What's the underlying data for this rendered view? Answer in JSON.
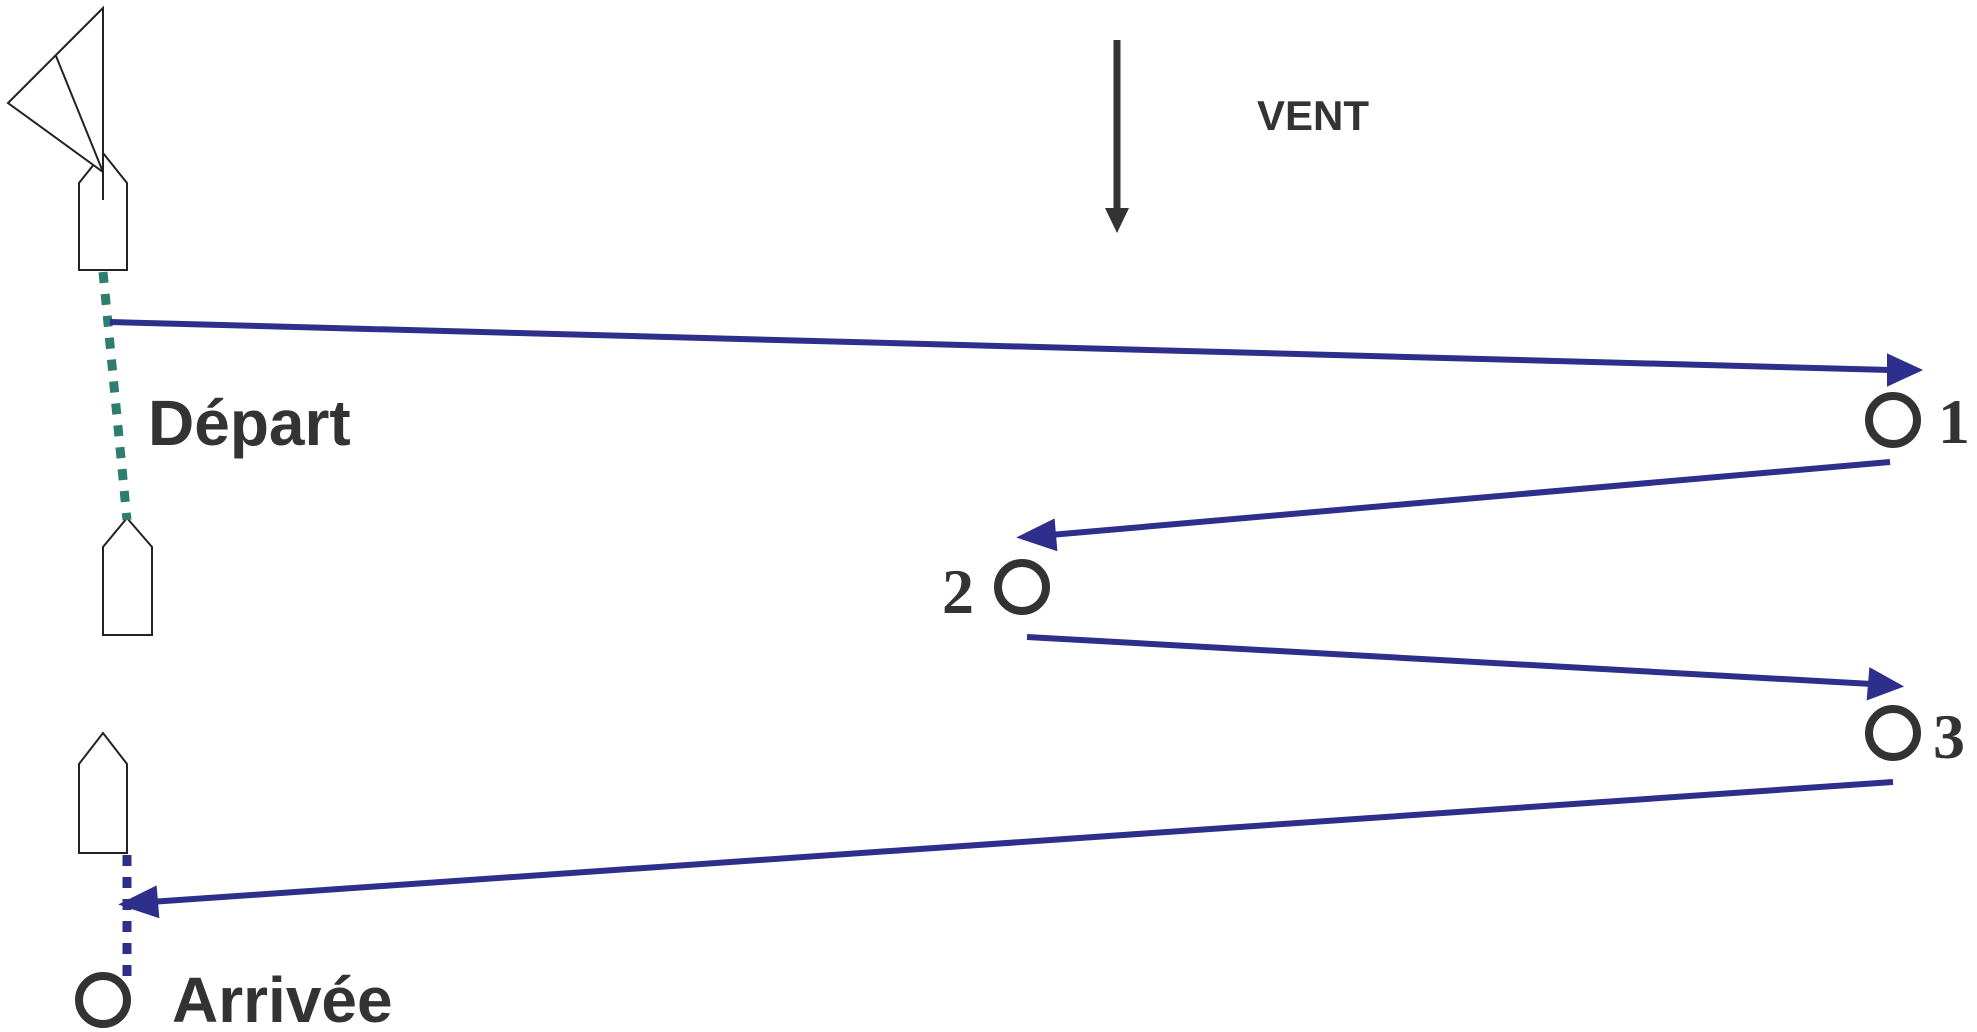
{
  "wind": {
    "label": "VENT"
  },
  "start": {
    "label": "Départ"
  },
  "finish": {
    "label": "Arrivée"
  },
  "marks": [
    {
      "number": "1"
    },
    {
      "number": "2"
    },
    {
      "number": "3"
    }
  ],
  "colors": {
    "course": "#2e2e8c",
    "start_line": "#2e7d6e",
    "finish_line": "#2e2e8c",
    "mark": "#333333",
    "wind_arrow": "#333333",
    "boat_outline": "#222222"
  }
}
